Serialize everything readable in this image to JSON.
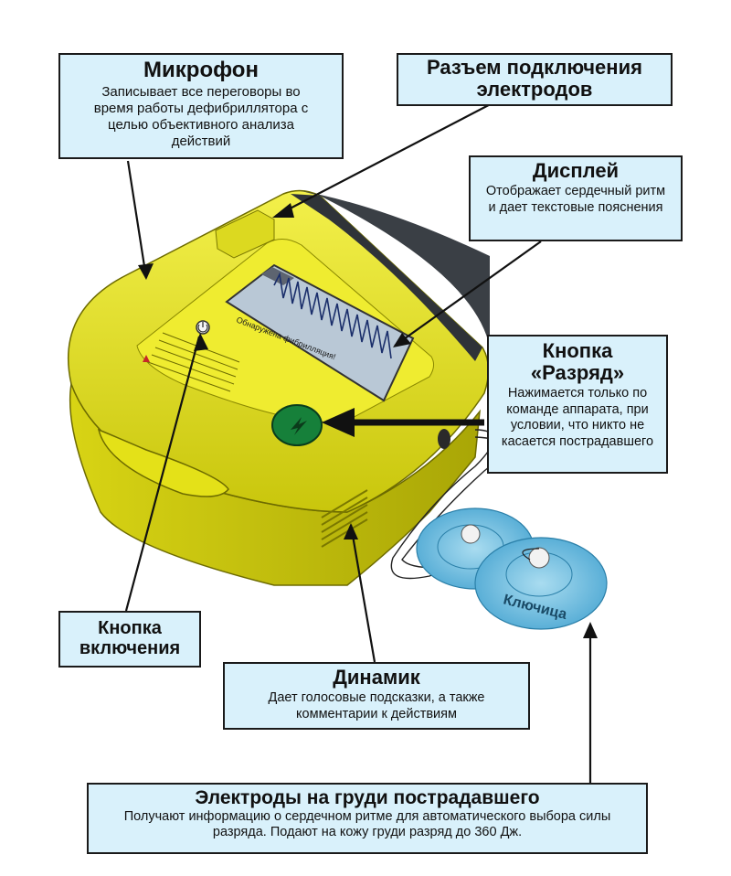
{
  "callouts": {
    "microphone": {
      "title": "Микрофон",
      "text": "Записывает все переговоры во время работы дефибриллятора с целью объективного анализа действий"
    },
    "connector": {
      "title": "Разъем подключения электродов"
    },
    "display": {
      "title": "Дисплей",
      "text": "Отображает сердечный ритм и дает текстовые пояснения"
    },
    "shock": {
      "title": "Кнопка «Разряд»",
      "text": "Нажимается только по команде аппарата, при условии, что никто не касается пострадавшего"
    },
    "power": {
      "title": "Кнопка включения"
    },
    "speaker": {
      "title": "Динамик",
      "text": "Дает голосовые подсказки, а также комментарии к действиям"
    },
    "electrodes": {
      "title": "Электроды на груди пострадавшего",
      "text": "Получают информацию о сердечном ритме для автоматического выбора силы разряда. Подают на кожу груди разряд до 360 Дж."
    }
  },
  "device": {
    "screen_text": "Обнаружена фибрилляция!",
    "pad_label": "Ключица",
    "colors": {
      "body": "#e8e61a",
      "screen": "#b9c8d6",
      "shock_button": "#16803a",
      "pads": "#5fb6dc"
    }
  }
}
